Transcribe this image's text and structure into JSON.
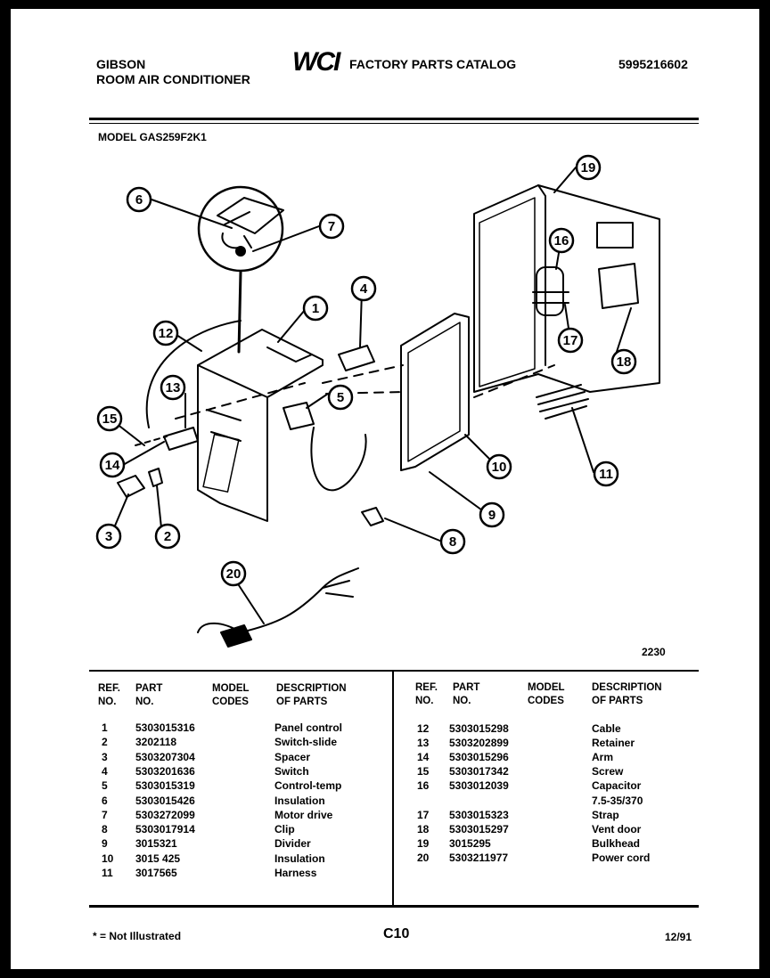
{
  "header": {
    "brand": "GIBSON",
    "product": "ROOM AIR CONDITIONER",
    "logo_text": "WCI",
    "catalog_title": "FACTORY PARTS CATALOG",
    "catalog_number": "5995216602",
    "model": "MODEL GAS259F2K1"
  },
  "diagram": {
    "callouts": [
      "1",
      "2",
      "3",
      "4",
      "5",
      "6",
      "7",
      "8",
      "9",
      "10",
      "11",
      "12",
      "13",
      "14",
      "15",
      "16",
      "17",
      "18",
      "19",
      "20"
    ],
    "figure_number": "2230"
  },
  "table": {
    "headers": {
      "ref": [
        "REF.",
        "NO."
      ],
      "part": [
        "PART",
        "NO."
      ],
      "codes": [
        "MODEL",
        "CODES"
      ],
      "desc": [
        "DESCRIPTION",
        "OF PARTS"
      ]
    },
    "left_rows": [
      {
        "ref": "1",
        "part": "5303015316",
        "desc": "Panel control"
      },
      {
        "ref": "2",
        "part": "3202118",
        "desc": "Switch-slide"
      },
      {
        "ref": "3",
        "part": "5303207304",
        "desc": "Spacer"
      },
      {
        "ref": "4",
        "part": "5303201636",
        "desc": "Switch"
      },
      {
        "ref": "5",
        "part": "5303015319",
        "desc": "Control-temp"
      },
      {
        "ref": "6",
        "part": "5303015426",
        "desc": "Insulation"
      },
      {
        "ref": "7",
        "part": "5303272099",
        "desc": "Motor drive"
      },
      {
        "ref": "8",
        "part": "5303017914",
        "desc": "Clip"
      },
      {
        "ref": "9",
        "part": "3015321",
        "desc": "Divider"
      },
      {
        "ref": "10",
        "part": "3015 425",
        "desc": "Insulation"
      },
      {
        "ref": "11",
        "part": "3017565",
        "desc": "Harness"
      }
    ],
    "right_rows": [
      {
        "ref": "12",
        "part": "5303015298",
        "desc": "Cable"
      },
      {
        "ref": "13",
        "part": "5303202899",
        "desc": "Retainer"
      },
      {
        "ref": "14",
        "part": "5303015296",
        "desc": "Arm"
      },
      {
        "ref": "15",
        "part": "5303017342",
        "desc": "Screw"
      },
      {
        "ref": "16",
        "part": "5303012039",
        "desc": "Capacitor"
      },
      {
        "ref": "",
        "part": "",
        "desc": "7.5-35/370"
      },
      {
        "ref": "17",
        "part": "5303015323",
        "desc": "Strap"
      },
      {
        "ref": "18",
        "part": "5303015297",
        "desc": "Vent door"
      },
      {
        "ref": "19",
        "part": "3015295",
        "desc": "Bulkhead"
      },
      {
        "ref": "20",
        "part": "5303211977",
        "desc": "Power cord"
      }
    ]
  },
  "footer": {
    "note": "* = Not Illustrated",
    "page": "C10",
    "date": "12/91"
  }
}
